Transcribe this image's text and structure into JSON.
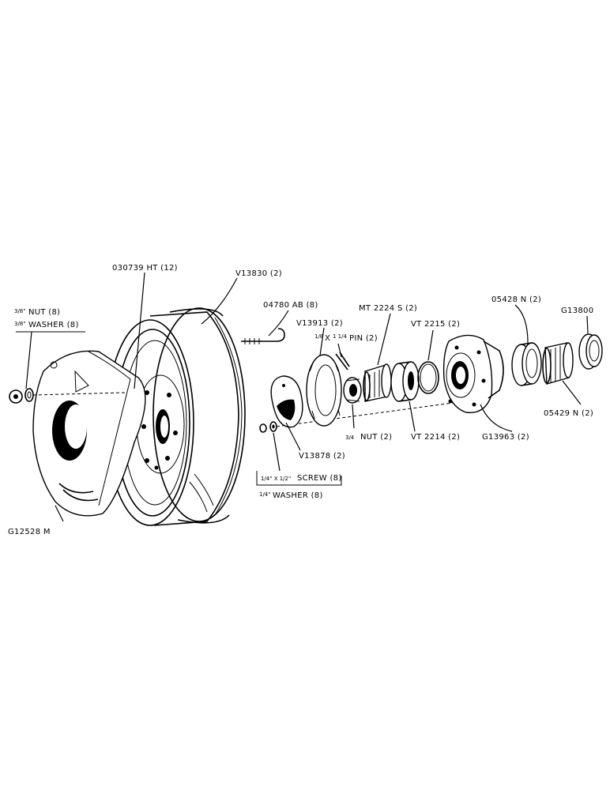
{
  "labels": {
    "hub_bolt": "030739 HT (12)",
    "wheel": "V13830 (2)",
    "bolt_hook": "04780 AB (8)",
    "washer_plate": "V13913 (2)",
    "pin": "PIN (2)",
    "pin_size_a": "1/8",
    "pin_size_b": "1 1/4",
    "bearing_mt": "MT 2224 S (2)",
    "race_2215": "VT 2215 (2)",
    "cup_05428": "05428 N (2)",
    "cap_g13800": "G13800",
    "cup_05429": "05429 N (2)",
    "hub_g13963": "G13963 (2)",
    "race_2214": "VT 2214 (2)",
    "nut_3_4": "NUT (2)",
    "nut_3_4_size": "3/4",
    "cover_v13878": "V13878 (2)",
    "screw": "SCREW (8)",
    "screw_size": "1/4\" X 1/2\"",
    "washer_1_4": "WASHER (8)",
    "washer_1_4_size": "1/4\"",
    "nut_3_8": "NUT (8)",
    "nut_3_8_size": "3/8\"",
    "washer_3_8": "WASHER (8)",
    "washer_3_8_size": "3/8\"",
    "weight": "G12528 M"
  }
}
